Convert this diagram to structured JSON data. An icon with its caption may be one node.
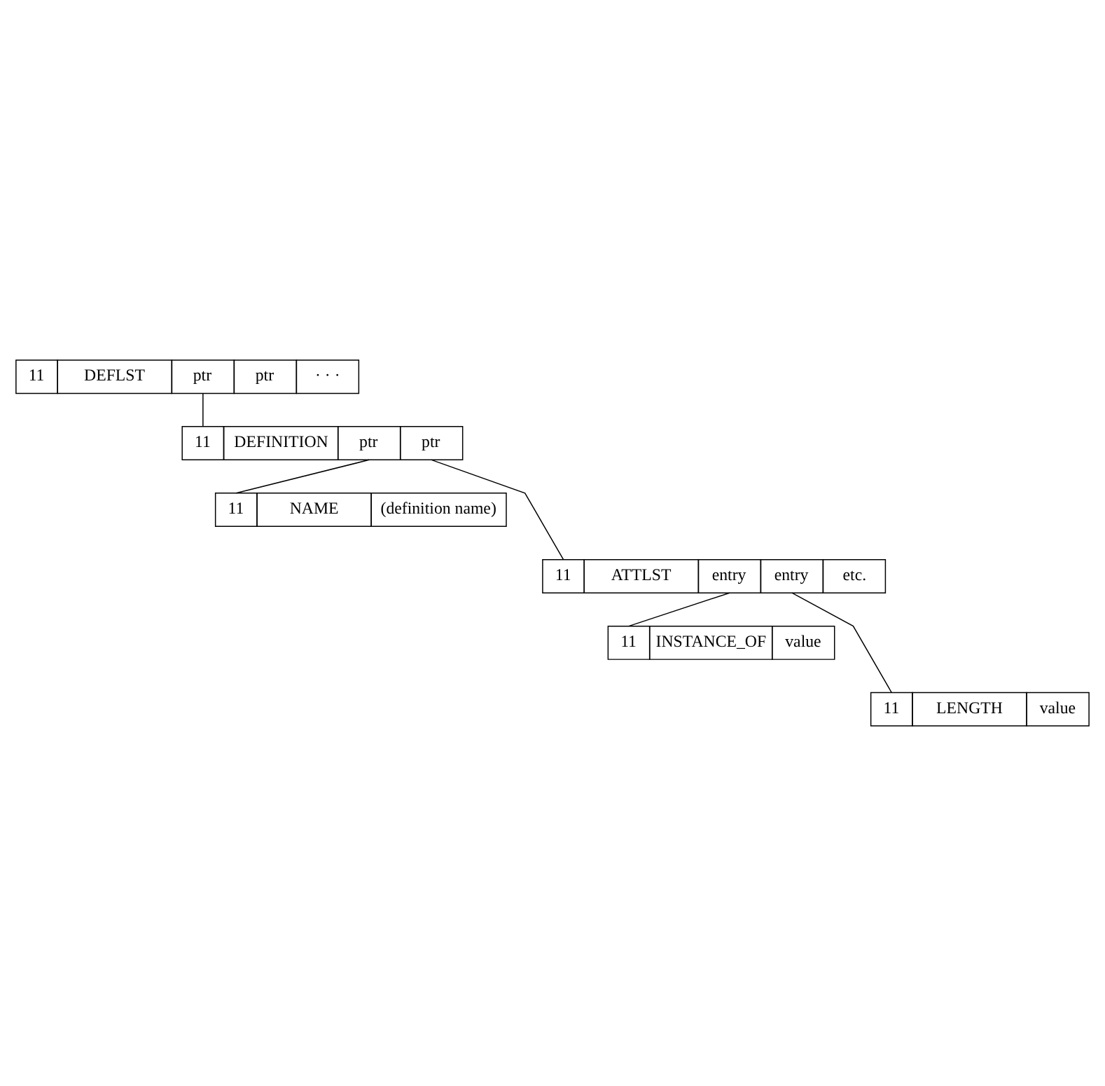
{
  "diagram": {
    "nodes": [
      {
        "text": [
          "11",
          "DEFLST",
          "ptr",
          "ptr",
          "· · ·"
        ]
      },
      {
        "text": [
          "11",
          "DEFINITION",
          "ptr",
          "ptr"
        ]
      },
      {
        "text": [
          "11",
          "NAME",
          "(definition name)"
        ]
      },
      {
        "text": [
          "11",
          "ATTLST",
          "entry",
          "entry",
          "etc."
        ]
      },
      {
        "text": [
          "11",
          "INSTANCE_OF",
          "value"
        ]
      },
      {
        "text": [
          "11",
          "LENGTH",
          "value"
        ]
      }
    ],
    "edges": [
      {
        "from": 0,
        "to": 1,
        "arrow": "none"
      },
      {
        "from": 1,
        "to": 2,
        "arrow": "none"
      },
      {
        "from": 1,
        "to": 3,
        "arrow": "none"
      },
      {
        "from": 3,
        "to": 4,
        "arrow": "none"
      },
      {
        "from": 3,
        "to": 5,
        "arrow": "none"
      }
    ]
  }
}
